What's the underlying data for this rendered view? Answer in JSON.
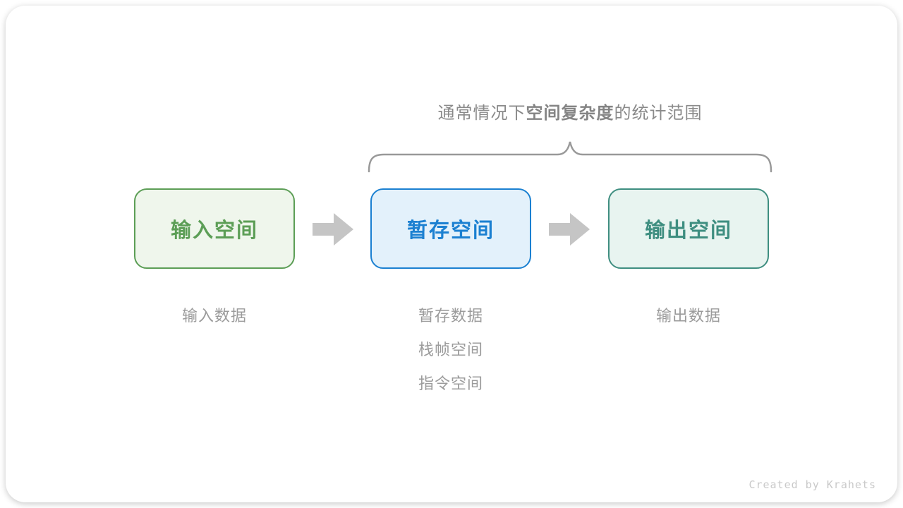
{
  "title": {
    "prefix": "通常情况下",
    "bold": "空间复杂度",
    "suffix": "的统计范围"
  },
  "boxes": [
    {
      "label": "输入空间",
      "text_color": "#5c9e56",
      "border_color": "#5c9e56",
      "bg_color": "#eff6ec"
    },
    {
      "label": "暂存空间",
      "text_color": "#1b80d1",
      "border_color": "#1b80d1",
      "bg_color": "#e3f1fb"
    },
    {
      "label": "输出空间",
      "text_color": "#3e8e80",
      "border_color": "#3e8e80",
      "bg_color": "#e8f4f0"
    }
  ],
  "sublabels": {
    "input": [
      "输入数据"
    ],
    "buffer": [
      "暂存数据",
      "栈帧空间",
      "指令空间"
    ],
    "output": [
      "输出数据"
    ]
  },
  "icons": {
    "arrow_right": "block-right-arrow",
    "brace": "curly-brace-over-span"
  },
  "colors": {
    "arrow": "#c5c5c5",
    "brace": "#999999",
    "title_text": "#8a8a8a",
    "sublabel_text": "#9b9b9b"
  },
  "footer": "Created by Krahets"
}
